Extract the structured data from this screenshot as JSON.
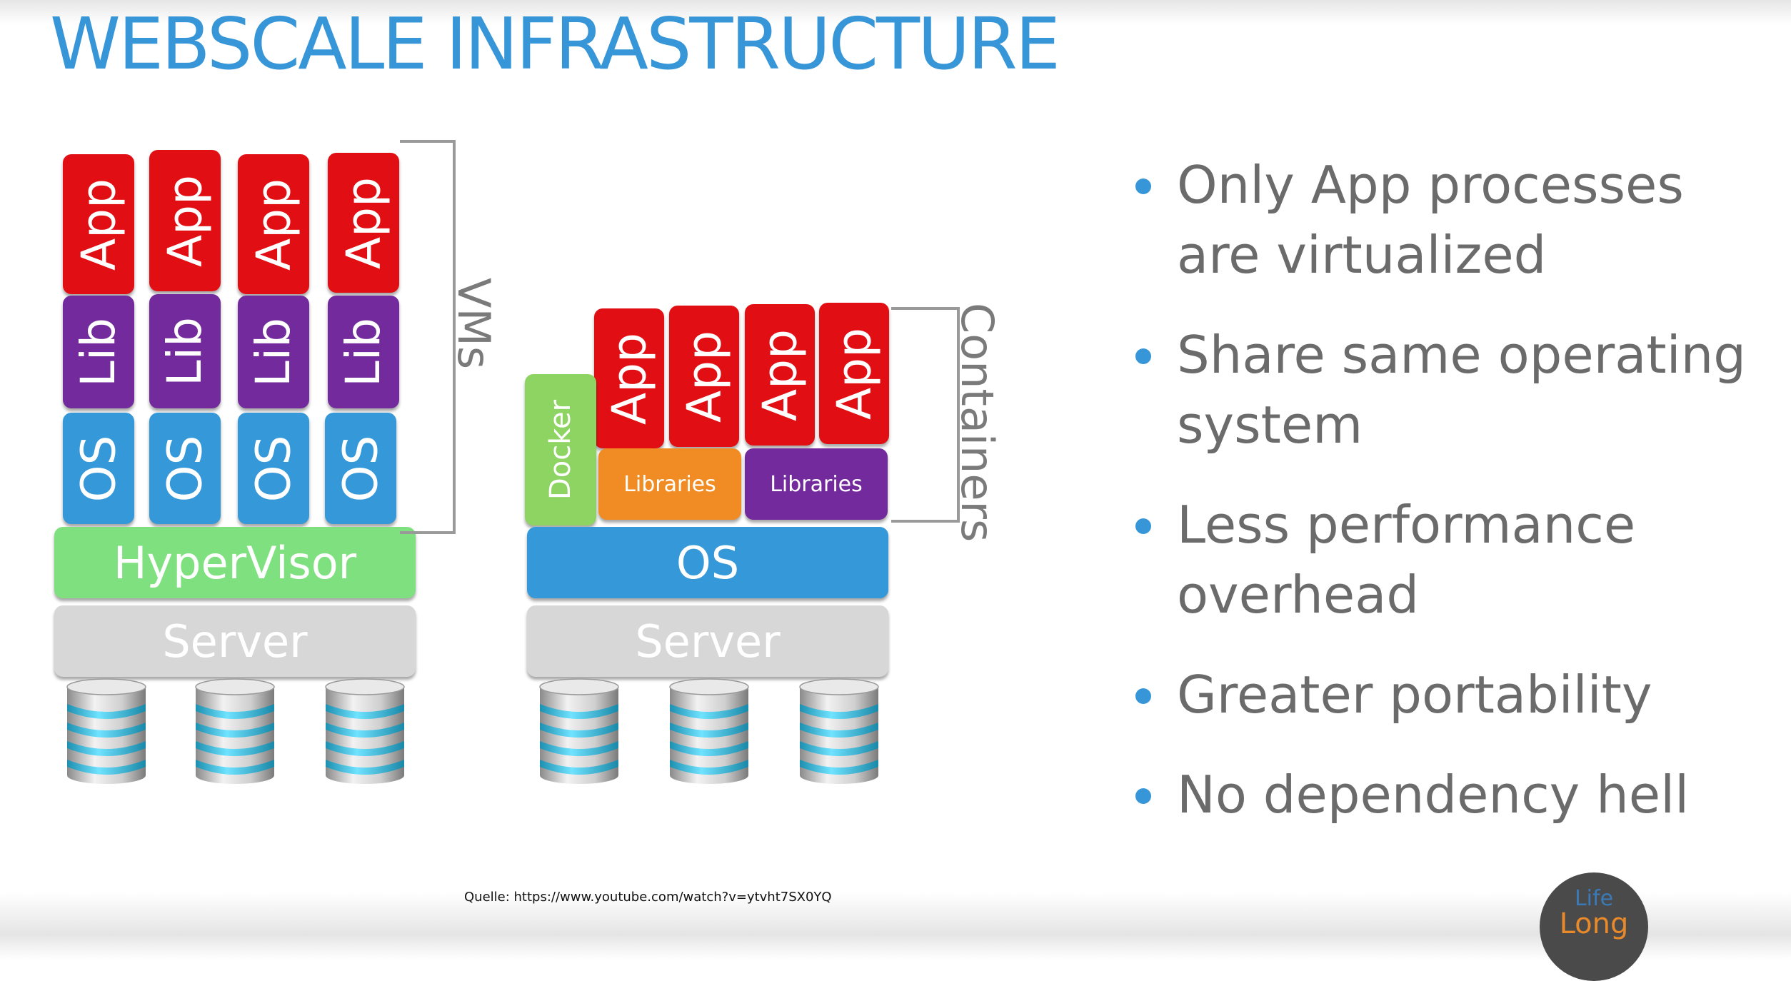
{
  "title": "WEBSCALE INFRASTRUCTURE",
  "vm_stack": {
    "apps": [
      "App",
      "App",
      "App",
      "App"
    ],
    "libs": [
      "Lib",
      "Lib",
      "Lib",
      "Lib"
    ],
    "oses": [
      "OS",
      "OS",
      "OS",
      "OS"
    ],
    "hypervisor": "HyperVisor",
    "server": "Server",
    "bracket_label": "VMs"
  },
  "container_stack": {
    "apps": [
      "App",
      "App",
      "App",
      "App"
    ],
    "libraries": [
      "Libraries",
      "Libraries"
    ],
    "docker": "Docker",
    "os": "OS",
    "server": "Server",
    "bracket_label": "Containers"
  },
  "bullets": [
    "Only App processes are virtualized",
    "Share same operating system",
    "Less performance overhead",
    "Greater portability",
    "No dependency hell"
  ],
  "source": "Quelle: https://www.youtube.com/watch?v=ytvht7SX0YQ",
  "logo": {
    "line1": "Life",
    "line2": "Long"
  },
  "colors": {
    "title": "#3796d8",
    "app": "#e10f14",
    "lib": "#722a9c",
    "os": "#3498d9",
    "hypervisor": "#7ee07e",
    "server": "#d7d7d7",
    "libraries_orange": "#f08c23",
    "docker": "#8ed462",
    "bullet_text": "#6b6b6b"
  }
}
